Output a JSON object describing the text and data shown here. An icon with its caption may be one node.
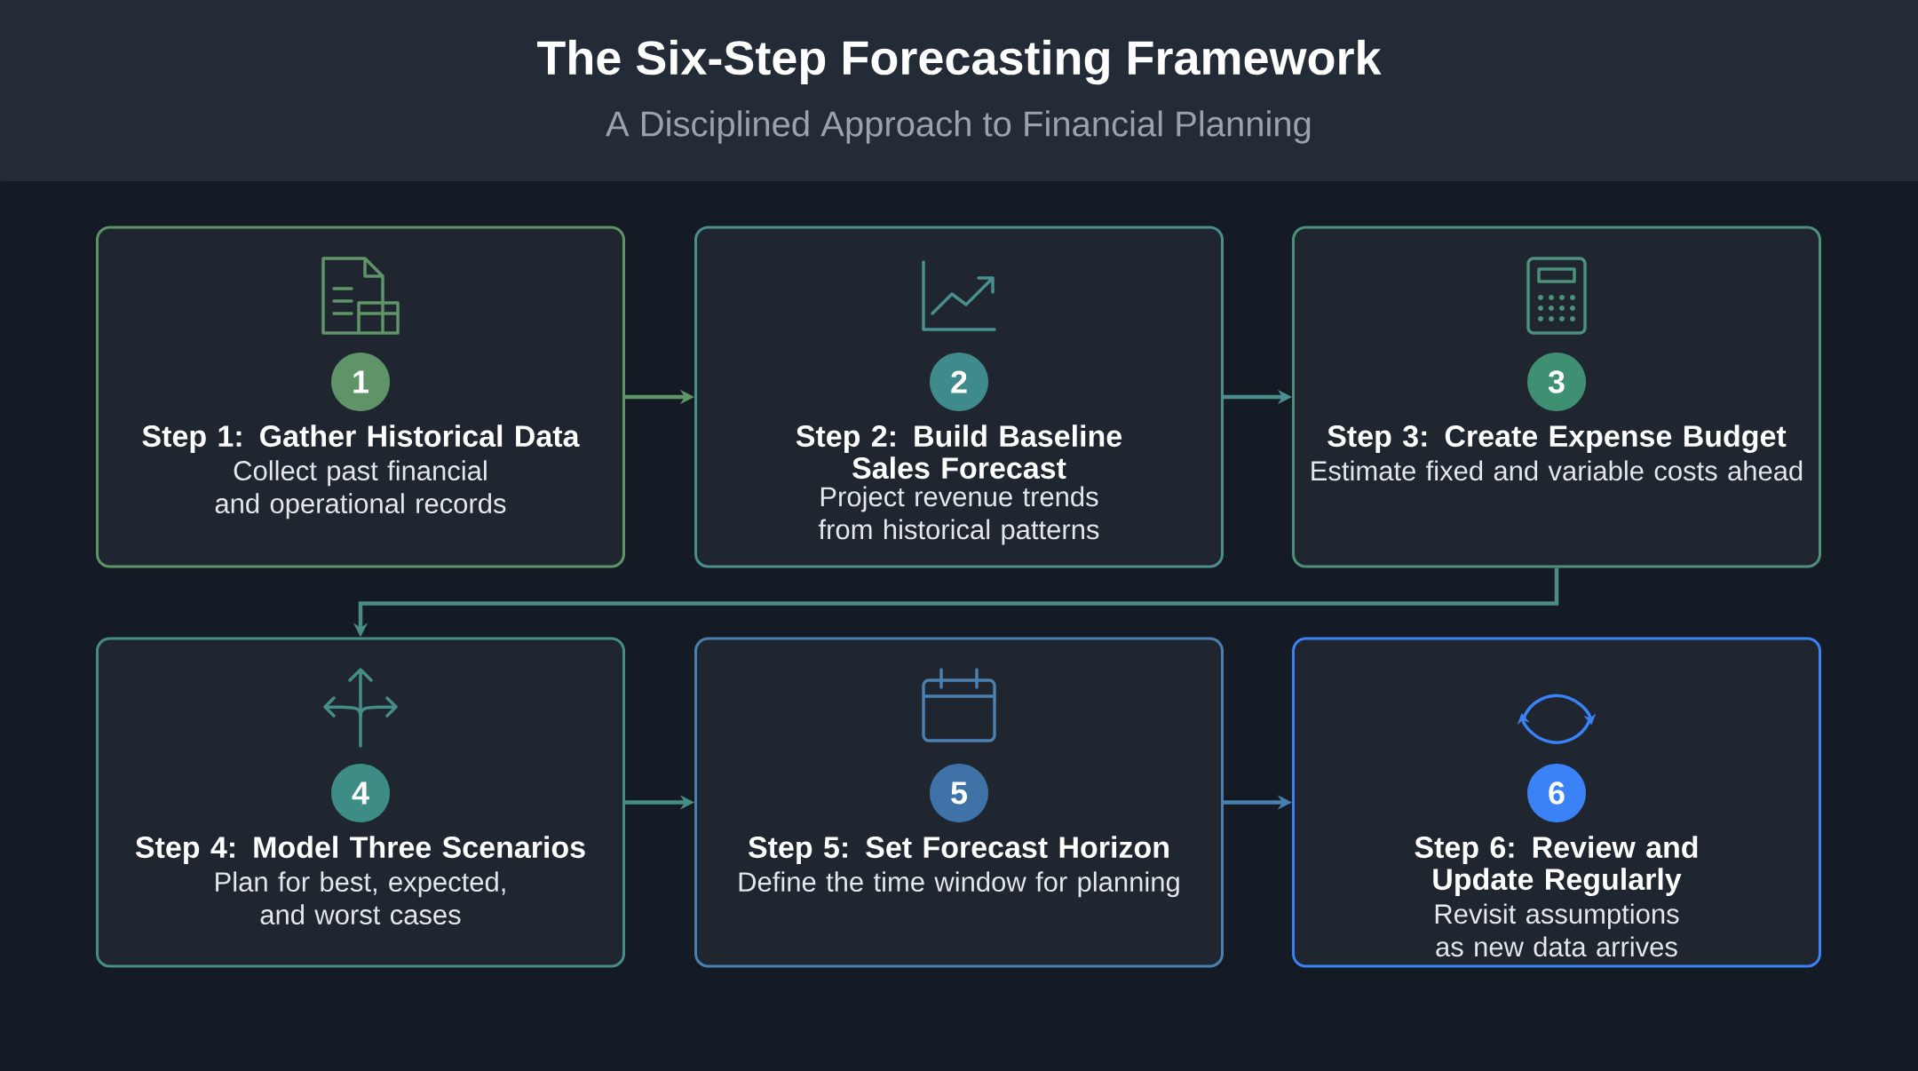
{
  "diagram": {
    "title": "The Six-Step Forecasting Framework",
    "caption": "A Disciplined Approach to Financial Planning",
    "nodes": [
      {
        "text": [
          "1",
          "Step 1: Gather Historical Data",
          "Collect past financial and operational records"
        ]
      },
      {
        "text": [
          "2",
          "Step 2: Build Baseline Sales Forecast",
          "Project revenue trends from historical patterns"
        ]
      },
      {
        "text": [
          "3",
          "Step 3: Create Expense Budget",
          "Estimate fixed and variable costs ahead"
        ]
      },
      {
        "text": [
          "4",
          "Step 4: Model Three Scenarios",
          "Plan for best, expected, and worst cases"
        ]
      },
      {
        "text": [
          "5",
          "Step 5: Set Forecast Horizon",
          "Define the time window for planning"
        ]
      },
      {
        "text": [
          "6",
          "Step 6: Review and Update Regularly",
          "Revisit assumptions as new data arrives"
        ]
      }
    ],
    "edges": [
      {
        "from": 0,
        "to": 1,
        "arrow": "to"
      },
      {
        "from": 1,
        "to": 2,
        "arrow": "to"
      },
      {
        "from": 2,
        "to": 3,
        "arrow": "to"
      },
      {
        "from": 3,
        "to": 4,
        "arrow": "to"
      },
      {
        "from": 4,
        "to": 5,
        "arrow": "to"
      }
    ]
  }
}
